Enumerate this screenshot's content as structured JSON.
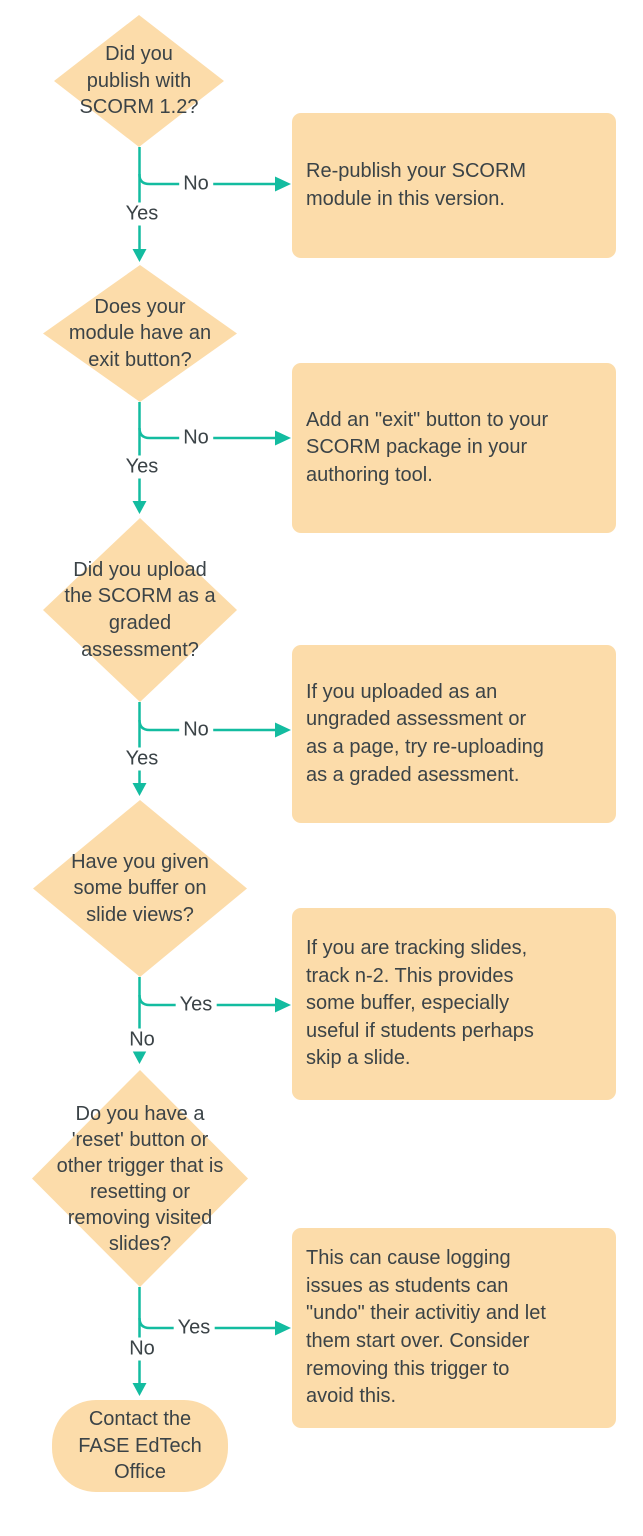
{
  "colors": {
    "shape_fill": "#fcdcaa",
    "connector": "#13bca0",
    "text": "#3b4347",
    "background": "#ffffff"
  },
  "nodes": {
    "q1": {
      "type": "decision",
      "text": "Did you\npublish with\nSCORM 1.2?"
    },
    "a1": {
      "type": "action",
      "text": "Re-publish your SCORM\nmodule in this version."
    },
    "q2": {
      "type": "decision",
      "text": "Does your\nmodule have an\nexit button?"
    },
    "a2": {
      "type": "action",
      "text": "Add an \"exit\" button to your\nSCORM package in your\nauthoring tool."
    },
    "q3": {
      "type": "decision",
      "text": "Did you upload\nthe SCORM as a\ngraded\nassessment?"
    },
    "a3": {
      "type": "action",
      "text": "If you uploaded as an\nungraded assessment or\nas a page, try re-uploading\nas a graded asessment."
    },
    "q4": {
      "type": "decision",
      "text": "Have you given\nsome buffer on\nslide views?"
    },
    "a4": {
      "type": "action",
      "text": "If you are tracking slides,\ntrack n-2. This provides\nsome buffer, especially\nuseful if students perhaps\nskip a slide."
    },
    "q5": {
      "type": "decision",
      "text": "Do you have a\n'reset' button or\nother trigger that is\nresetting or\nremoving visited\nslides?"
    },
    "a5": {
      "type": "action",
      "text": "This can cause logging\nissues as students can\n\"undo\" their activitiy and let\nthem start over. Consider\nremoving this trigger to\navoid this."
    },
    "end": {
      "type": "terminal",
      "text": "Contact the\nFASE EdTech\nOffice"
    }
  },
  "edges": {
    "e1": {
      "branch_label": "No",
      "down_label": "Yes"
    },
    "e2": {
      "branch_label": "No",
      "down_label": "Yes"
    },
    "e3": {
      "branch_label": "No",
      "down_label": "Yes"
    },
    "e4": {
      "branch_label": "Yes",
      "down_label": "No"
    },
    "e5": {
      "branch_label": "Yes",
      "down_label": "No"
    }
  }
}
